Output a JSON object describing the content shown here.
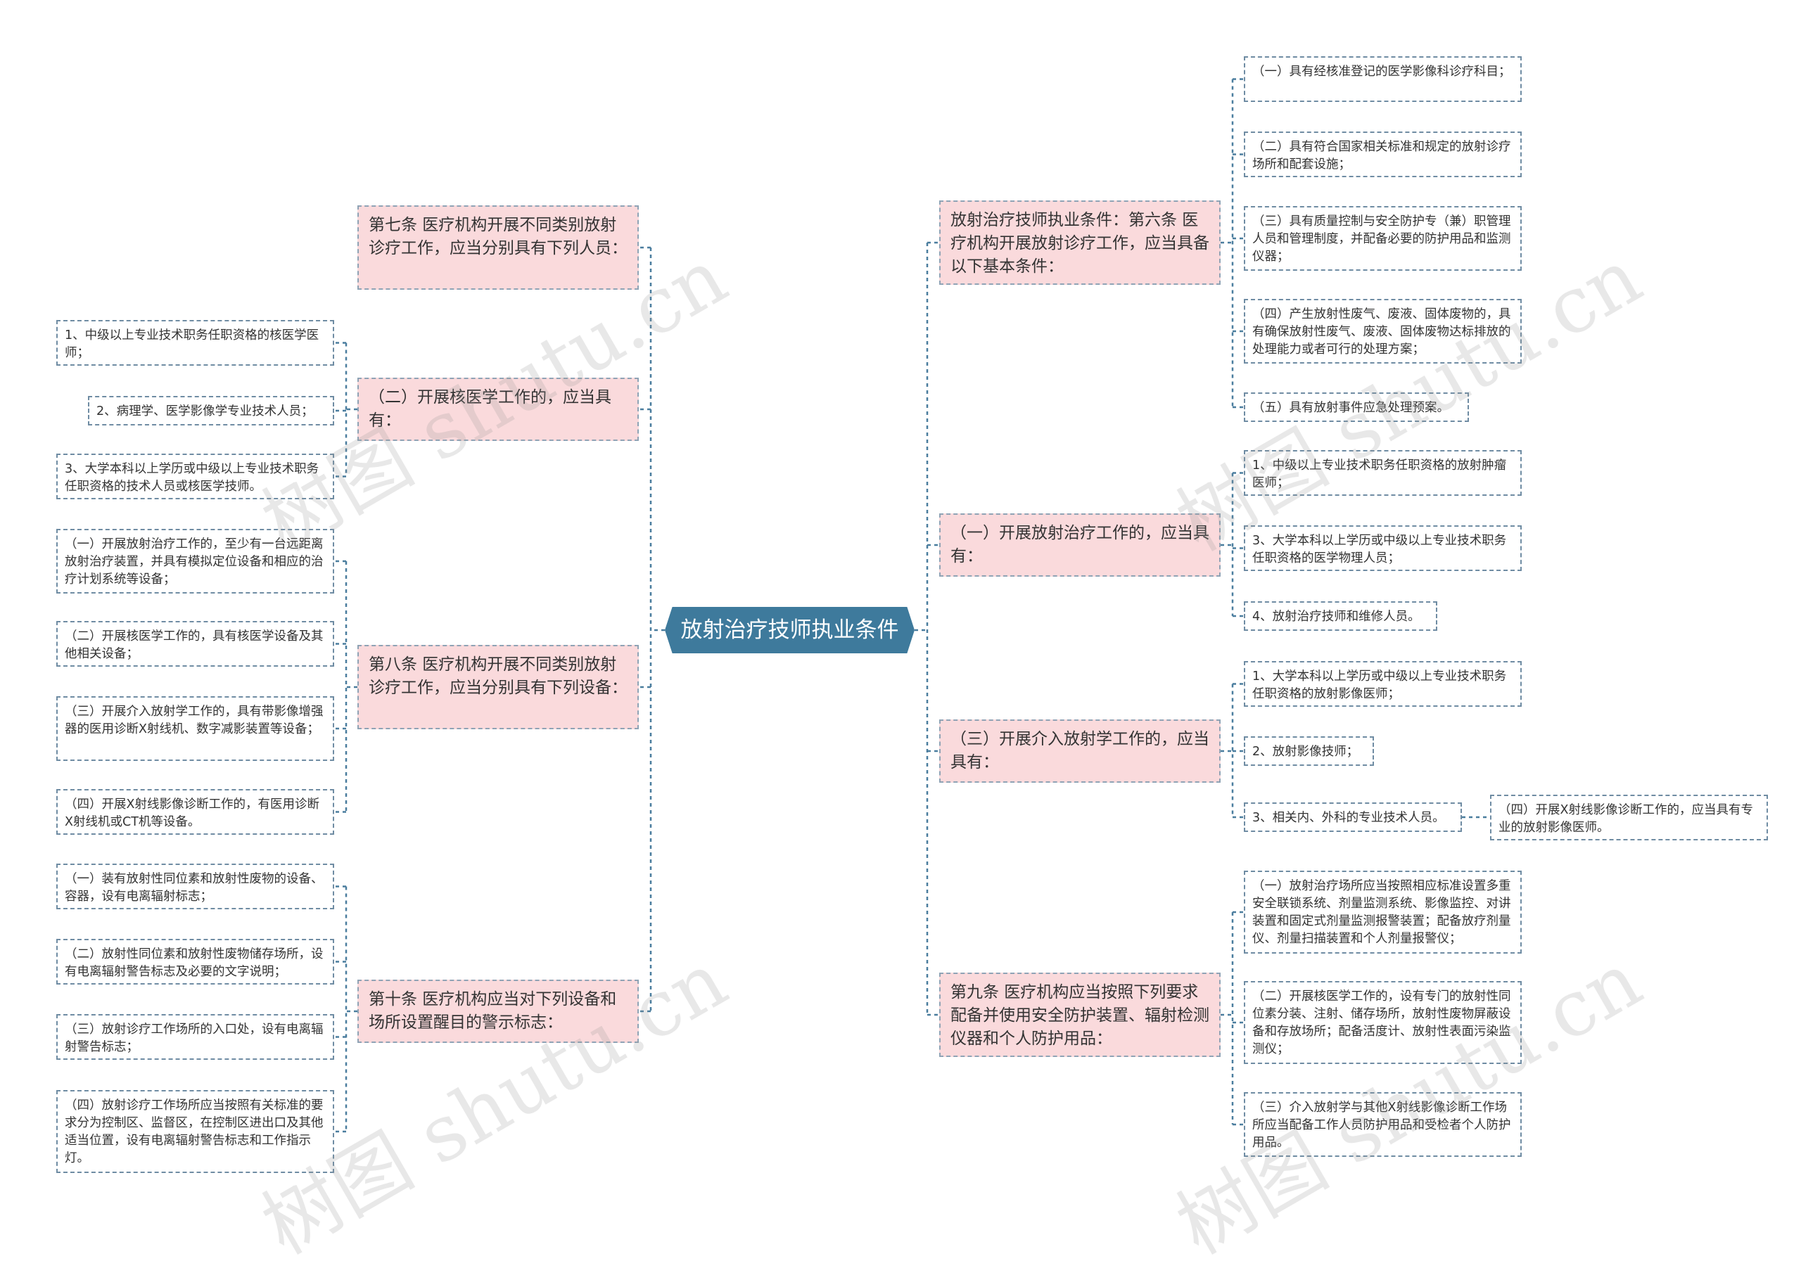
{
  "center": "放射治疗技师执业条件",
  "left": [
    {
      "id": "art7",
      "text": "第七条 医疗机构开展不同类别放射诊疗工作，应当分别具有下列人员：",
      "children": []
    },
    {
      "id": "nuc",
      "text": "（二）开展核医学工作的，应当具有：",
      "children": [
        "1、中级以上专业技术职务任职资格的核医学医师；",
        "2、病理学、医学影像学专业技术人员；",
        "3、大学本科以上学历或中级以上专业技术职务任职资格的技术人员或核医学技师。"
      ]
    },
    {
      "id": "art8",
      "text": "第八条 医疗机构开展不同类别放射诊疗工作，应当分别具有下列设备：",
      "children": [
        "（一）开展放射治疗工作的，至少有一台远距离放射治疗装置，并具有模拟定位设备和相应的治疗计划系统等设备；",
        "（二）开展核医学工作的，具有核医学设备及其他相关设备；",
        "（三）开展介入放射学工作的，具有带影像增强器的医用诊断X射线机、数字减影装置等设备；",
        "（四）开展X射线影像诊断工作的，有医用诊断X射线机或CT机等设备。"
      ]
    },
    {
      "id": "art10",
      "text": "第十条 医疗机构应当对下列设备和场所设置醒目的警示标志：",
      "children": [
        "（一）装有放射性同位素和放射性废物的设备、容器，设有电离辐射标志；",
        "（二）放射性同位素和放射性废物储存场所，设有电离辐射警告标志及必要的文字说明；",
        "（三）放射诊疗工作场所的入口处，设有电离辐射警告标志；",
        "（四）放射诊疗工作场所应当按照有关标准的要求分为控制区、监督区，在控制区进出口及其他适当位置，设有电离辐射警告标志和工作指示灯。"
      ]
    }
  ],
  "right": [
    {
      "id": "art6",
      "text": "放射治疗技师执业条件：第六条 医疗机构开展放射诊疗工作，应当具备以下基本条件：",
      "children": [
        "（一）具有经核准登记的医学影像科诊疗科目；",
        "（二）具有符合国家相关标准和规定的放射诊疗场所和配套设施；",
        "（三）具有质量控制与安全防护专（兼）职管理人员和管理制度，并配备必要的防护用品和监测仪器；",
        "（四）产生放射性废气、废液、固体废物的，具有确保放射性废气、废液、固体废物达标排放的处理能力或者可行的处理方案；",
        "（五）具有放射事件应急处理预案。"
      ]
    },
    {
      "id": "rt",
      "text": "（一）开展放射治疗工作的，应当具有：",
      "children": [
        "1、中级以上专业技术职务任职资格的放射肿瘤医师；",
        "3、大学本科以上学历或中级以上专业技术职务任职资格的医学物理人员；",
        "4、放射治疗技师和维修人员。"
      ]
    },
    {
      "id": "ir",
      "text": "（三）开展介入放射学工作的，应当具有：",
      "children": [
        "1、大学本科以上学历或中级以上专业技术职务任职资格的放射影像医师；",
        "2、放射影像技师；",
        "3、相关内、外科的专业技术人员。"
      ],
      "extra": "（四）开展X射线影像诊断工作的，应当具有专业的放射影像医师。"
    },
    {
      "id": "art9",
      "text": "第九条 医疗机构应当按照下列要求配备并使用安全防护装置、辐射检测仪器和个人防护用品：",
      "children": [
        "（一）放射治疗场所应当按照相应标准设置多重安全联锁系统、剂量监测系统、影像监控、对讲装置和固定式剂量监测报警装置；配备放疗剂量仪、剂量扫描装置和个人剂量报警仪；",
        "（二）开展核医学工作的，设有专门的放射性同位素分装、注射、储存场所，放射性废物屏蔽设备和存放场所；配备活度计、放射性表面污染监测仪；",
        "（三）介入放射学与其他X射线影像诊断工作场所应当配备工作人员防护用品和受检者个人防护用品。"
      ]
    }
  ],
  "watermark": [
    "树图 shutu.cn",
    "树图 shutu.cn",
    "树图 shutu.cn",
    "树图 shutu.cn"
  ],
  "colors": {
    "center": "#3e7a9c",
    "level1": "#fadadc",
    "line": "#4a7d9e"
  }
}
